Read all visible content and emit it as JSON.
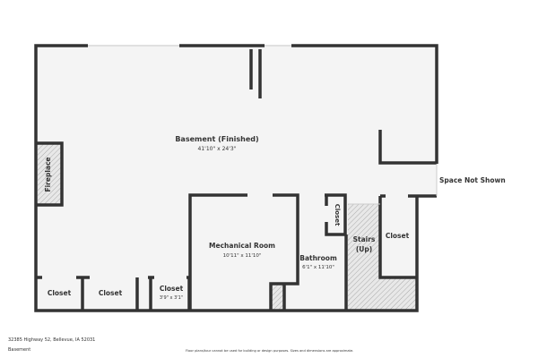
{
  "rooms": {
    "basement": {
      "name": "Basement (Finished)",
      "dims": "41'10\" x 24'3\""
    },
    "fireplace": {
      "name": "Fireplace"
    },
    "mechanical": {
      "name": "Mechanical Room",
      "dims": "10'11\" x 11'10\""
    },
    "bathroom": {
      "name": "Bathroom",
      "dims": "6'1\" x 11'10\""
    },
    "bath_closet": {
      "name": "Closet"
    },
    "stairs": {
      "name": "Stairs",
      "sub": "(Up)"
    },
    "right_closet": {
      "name": "Closet"
    },
    "closet1": {
      "name": "Closet"
    },
    "closet2": {
      "name": "Closet"
    },
    "closet3": {
      "name": "Closet",
      "dims": "3'9\" x 3'1\""
    },
    "space_not_shown": "Space Not Shown"
  },
  "footer": {
    "address": "32385 Highway 52, Bellevue, IA 52031",
    "floor": "Basement",
    "disclaimer": "Floor plans/tour cannot be used for building or design purposes. Sizes and dimensions are approximate."
  },
  "colors": {
    "wall": "#333333",
    "floor": "#f4f4f4",
    "hatch": "#bbbbbb"
  }
}
